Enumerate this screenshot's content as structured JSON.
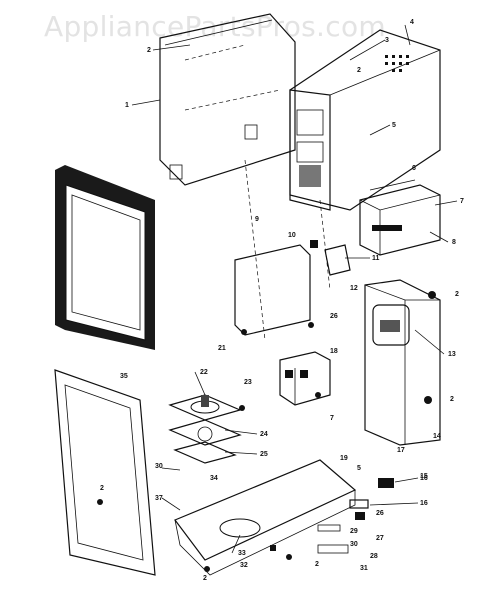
{
  "watermark": "AppliancePartsPros.com",
  "callouts": [
    "1",
    "2",
    "2",
    "3",
    "4",
    "5",
    "6",
    "7",
    "8",
    "9",
    "10",
    "11",
    "12",
    "26",
    "21",
    "18",
    "7",
    "13",
    "2",
    "2",
    "14",
    "16",
    "17",
    "19",
    "35",
    "22",
    "23",
    "24",
    "25",
    "30",
    "37",
    "34",
    "2",
    "33",
    "32",
    "2",
    "5",
    "15",
    "16",
    "26",
    "27",
    "28",
    "29",
    "30",
    "31",
    "2"
  ],
  "colors": {
    "ink": "#111111",
    "background": "#ffffff",
    "watermark": "#e3e3e3"
  }
}
